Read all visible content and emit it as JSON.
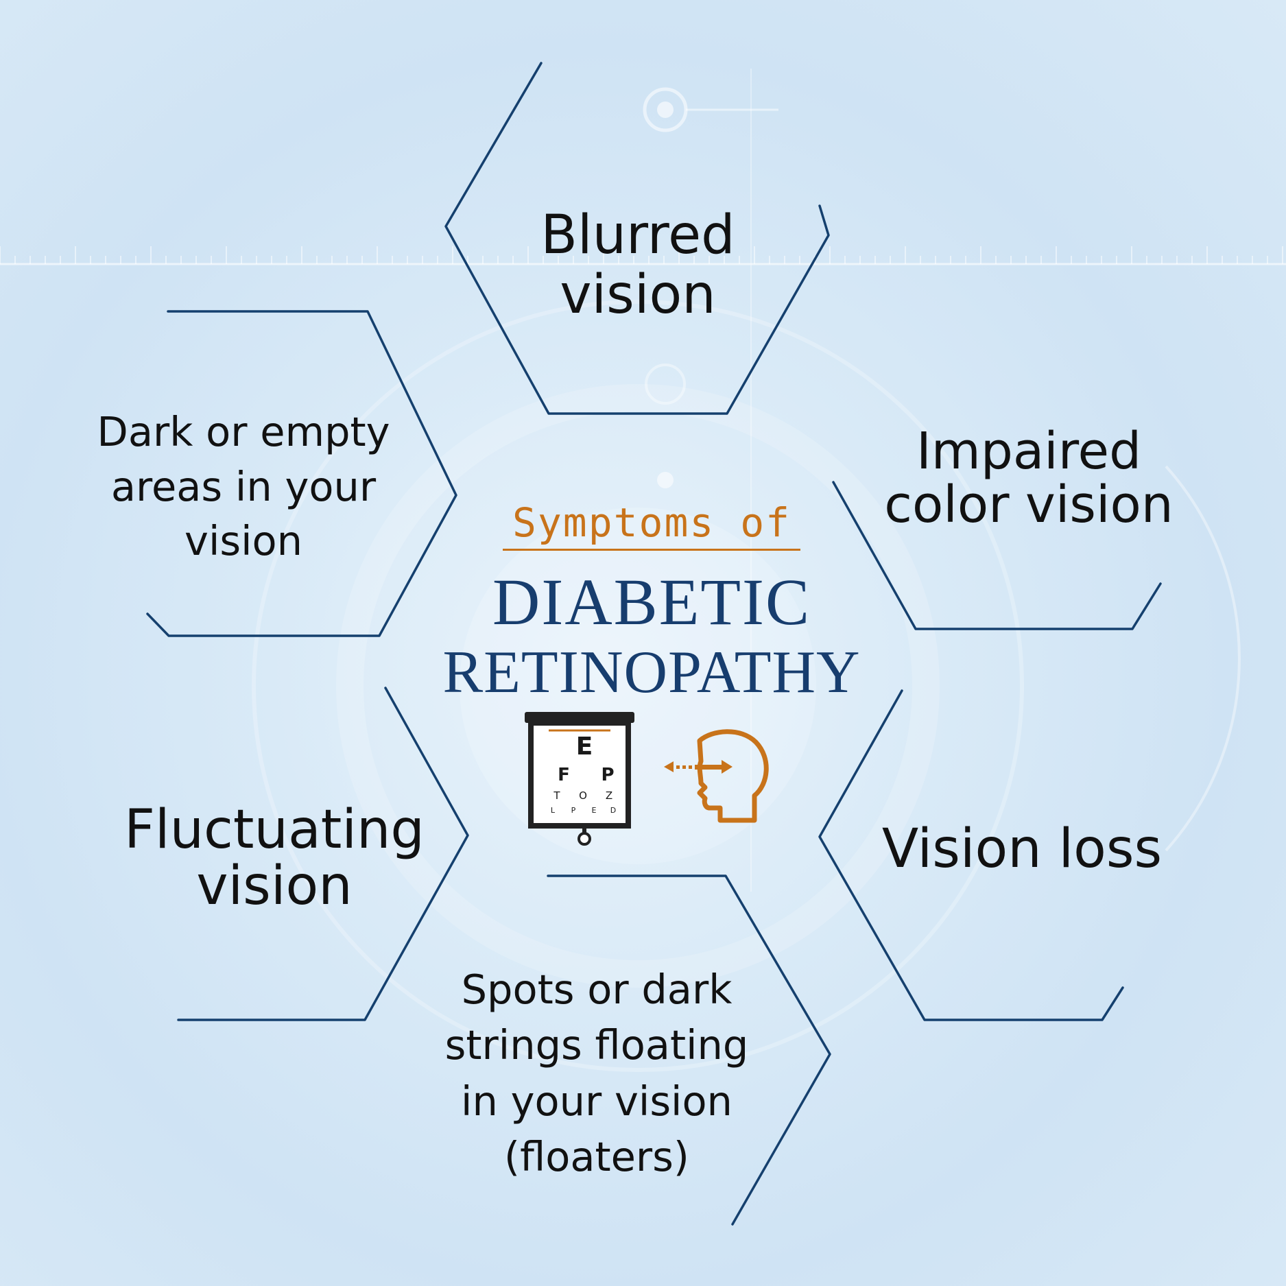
{
  "title": {
    "small": "Symptoms of",
    "line1": "DIABETIC",
    "line2": "RETINOPATHY"
  },
  "symptoms": {
    "blurred": [
      "Blurred",
      "vision"
    ],
    "dark_areas": [
      "Dark or empty",
      "areas in your",
      "vision"
    ],
    "impaired": [
      "Impaired",
      "color vision"
    ],
    "fluctuating": [
      "Fluctuating",
      "vision"
    ],
    "vision_loss": [
      "Vision loss"
    ],
    "spots": [
      "Spots or dark",
      "strings floating",
      "in your vision",
      "(floaters)"
    ]
  },
  "eye_chart": {
    "row1": "E",
    "row2": [
      "F",
      "P"
    ],
    "row3": [
      "T",
      "O",
      "Z"
    ],
    "row4": [
      "L",
      "P",
      "E",
      "D"
    ]
  },
  "icons": {
    "eye_chart": "eye-chart-icon",
    "head": "head-vision-icon"
  },
  "colors": {
    "frame": "#15406e",
    "accent": "#c8731a",
    "title": "#173d6e",
    "text": "#111111"
  }
}
